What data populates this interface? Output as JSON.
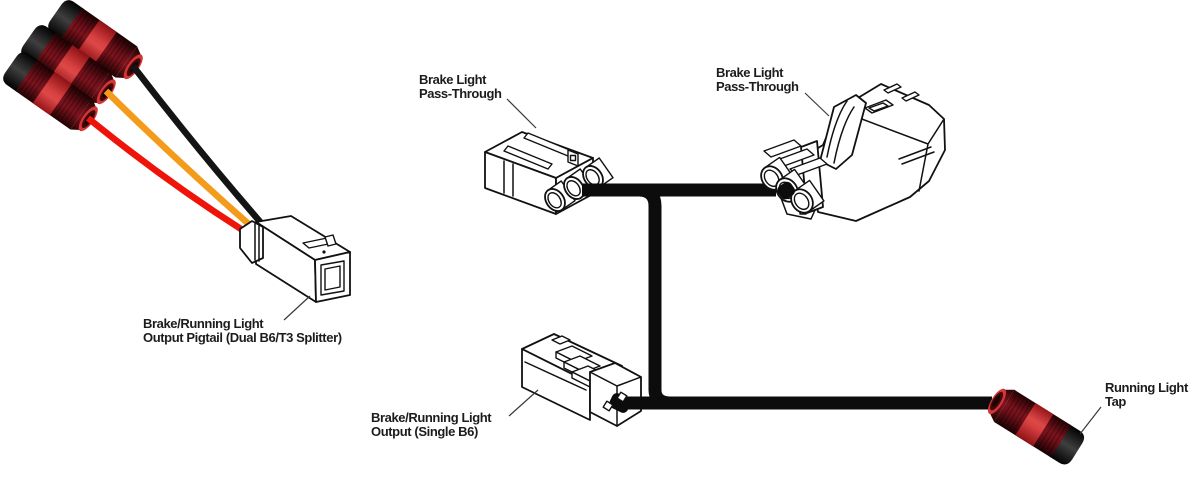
{
  "labels": {
    "pass_through_left": {
      "line1": "Brake Light",
      "line2": "Pass-Through"
    },
    "pass_through_right": {
      "line1": "Brake Light",
      "line2": "Pass-Through"
    },
    "output_pigtail": {
      "line1": "Brake/Running Light",
      "line2": "Output Pigtail (Dual B6/T3 Splitter)"
    },
    "output_single_b6": {
      "line1": "Brake/Running Light",
      "line2": "Output (Single B6)"
    },
    "running_light_tap": {
      "line1": "Running Light",
      "line2": "Tap"
    }
  },
  "colors": {
    "background": "#ffffff",
    "line_art": "#111111",
    "harness_wire": "#0c0c0c",
    "pigtail_wire_black": "#141414",
    "pigtail_wire_orange": "#f59b1c",
    "pigtail_wire_red": "#ee1409",
    "connector_band_red": "#cd2a2f",
    "connector_body_maroon": "#5c0f16",
    "connector_cap_black": "#161616",
    "connector_tip_red": "#d23636",
    "label_text": "#1c1c1c",
    "leader_line": "#3a3a3a"
  }
}
